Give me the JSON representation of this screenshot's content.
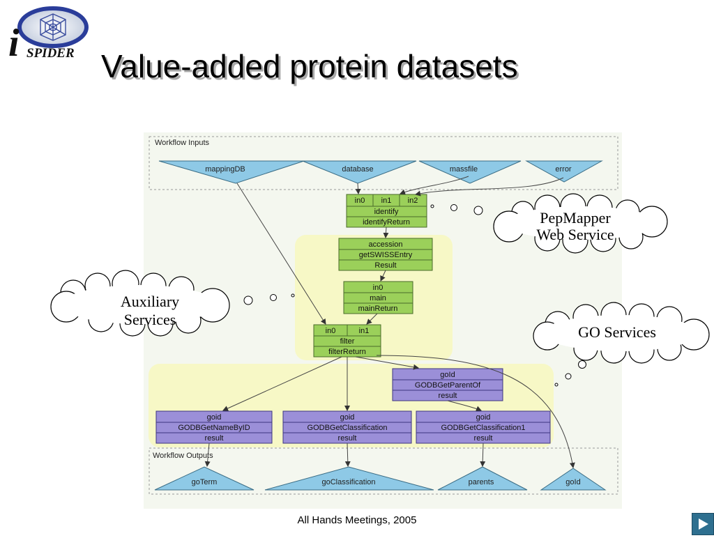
{
  "logo": {
    "letter": "i",
    "word": "SPIDER"
  },
  "slide_title": "Value-added protein datasets",
  "footer": "All Hands Meetings, 2005",
  "workflow": {
    "inputs_label": "Workflow Inputs",
    "outputs_label": "Workflow Outputs",
    "inputs": [
      "mappingDB",
      "database",
      "massfile",
      "error"
    ],
    "outputs": [
      "goTerm",
      "goClassification",
      "parents",
      "goId"
    ],
    "processors": {
      "identify": {
        "ports": [
          "in0",
          "in1",
          "in2"
        ],
        "name": "identify",
        "output": "identifyReturn"
      },
      "getSWISSEntry": {
        "input": "accession",
        "name": "getSWISSEntry",
        "output": "Result"
      },
      "main": {
        "input": "in0",
        "name": "main",
        "output": "mainReturn"
      },
      "filter": {
        "ports": [
          "in0",
          "in1"
        ],
        "name": "filter",
        "output": "filterReturn"
      },
      "parent": {
        "input": "goId",
        "name": "GODBGetParentOf",
        "output": "result"
      },
      "nameById": {
        "input": "goid",
        "name": "GODBGetNameByID",
        "output": "result"
      },
      "classification": {
        "input": "goid",
        "name": "GODBGetClassification",
        "output": "result"
      },
      "classification1": {
        "input": "goid",
        "name": "GODBGetClassification1",
        "output": "result"
      }
    }
  },
  "callouts": {
    "pepmapper": [
      "PepMapper",
      "Web Service"
    ],
    "auxiliary": [
      "Auxiliary",
      "Services"
    ],
    "go": "GO Services"
  },
  "colors": {
    "input_fill": "#8ec9e6",
    "processor_green": "#9bd05a",
    "processor_purple": "#9b8fd8",
    "group_highlight": "#f7f8c6",
    "panel_bg": "#f4f7ef",
    "nav_button": "#2e6f8f"
  }
}
